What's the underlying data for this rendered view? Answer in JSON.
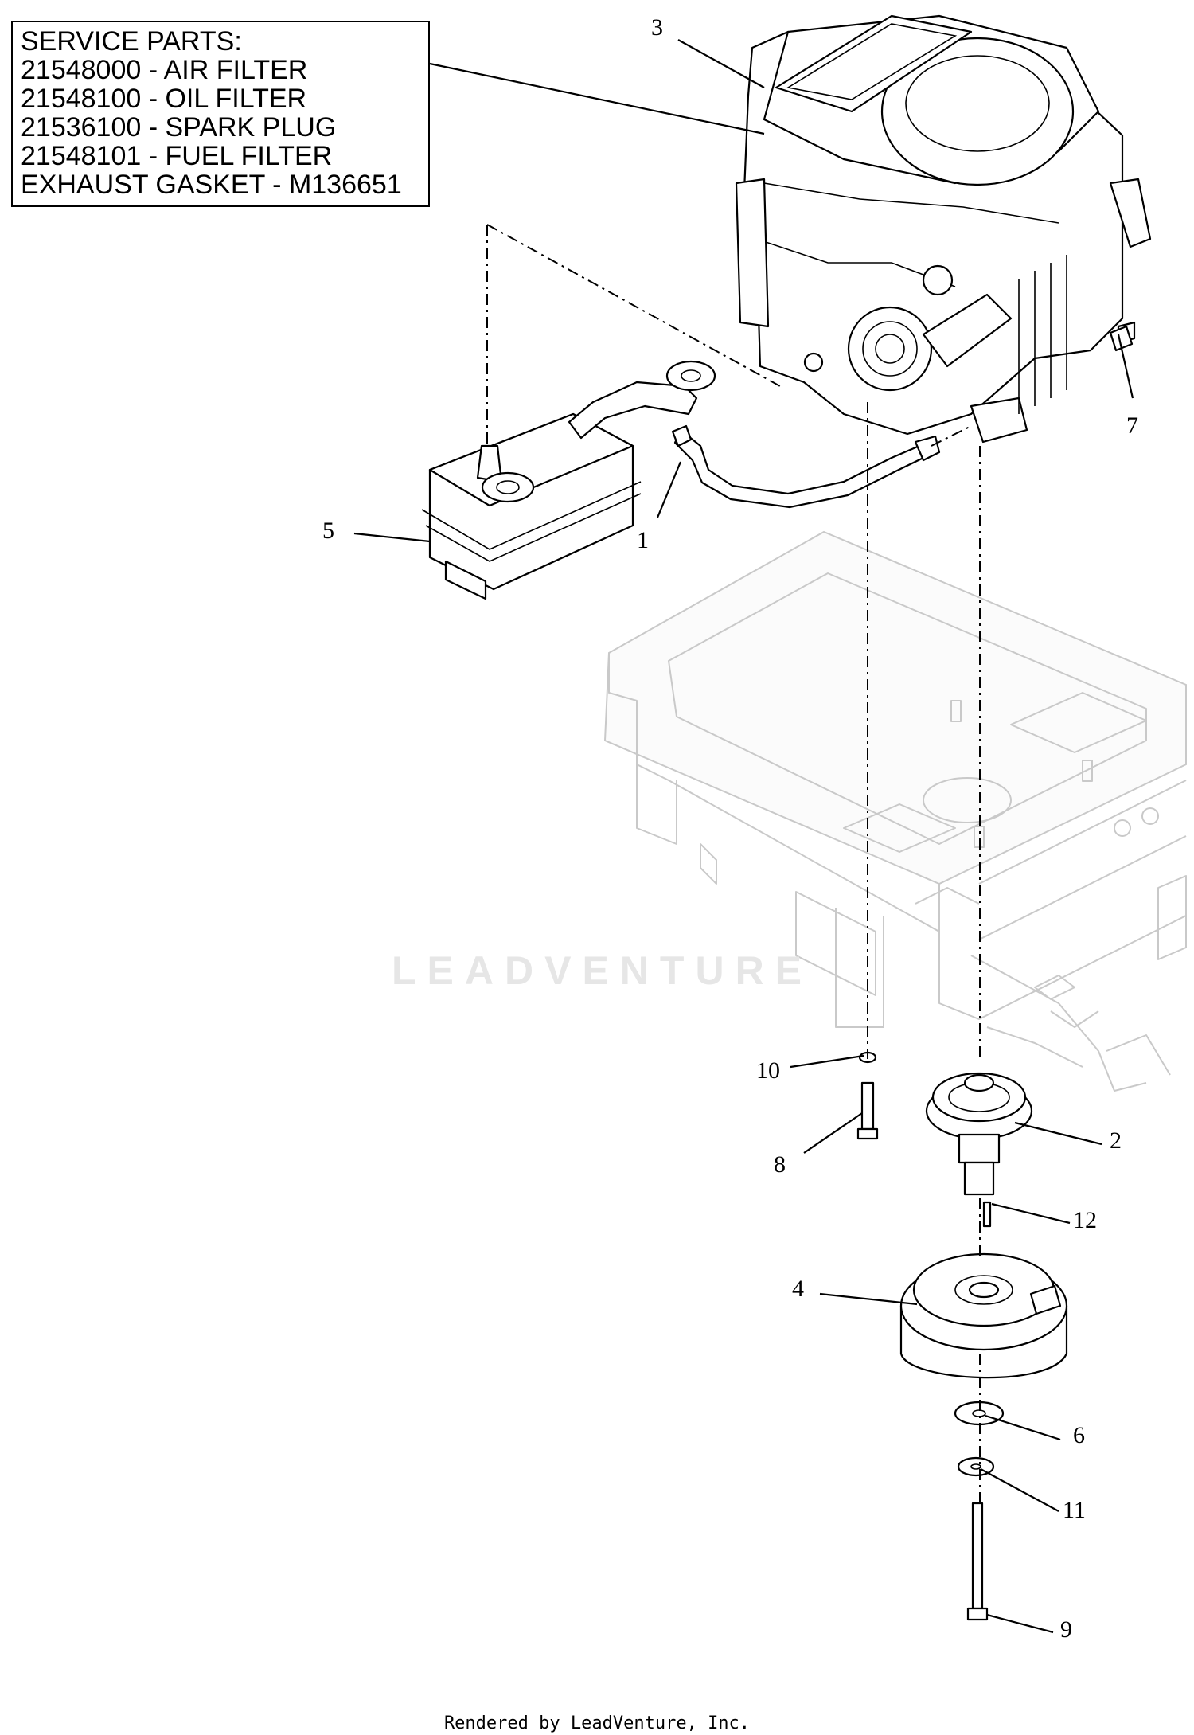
{
  "service_parts": {
    "lines": [
      "SERVICE PARTS:",
      "21548000 - AIR FILTER",
      "21548100 - OIL FILTER",
      "21536100 - SPARK PLUG",
      "21548101 - FUEL FILTER",
      "EXHAUST GASKET - M136651"
    ]
  },
  "callouts": {
    "c1": "1",
    "c2": "2",
    "c3": "3",
    "c4": "4",
    "c5": "5",
    "c6": "6",
    "c7": "7",
    "c8": "8",
    "c9": "9",
    "c10": "10",
    "c11": "11",
    "c12": "12"
  },
  "watermark": "LEADVENTURE",
  "footer": "Rendered by LeadVenture, Inc.",
  "colors": {
    "line": "#000000",
    "frame": "#c9c9c9",
    "watermark": "#e6e6e6"
  }
}
